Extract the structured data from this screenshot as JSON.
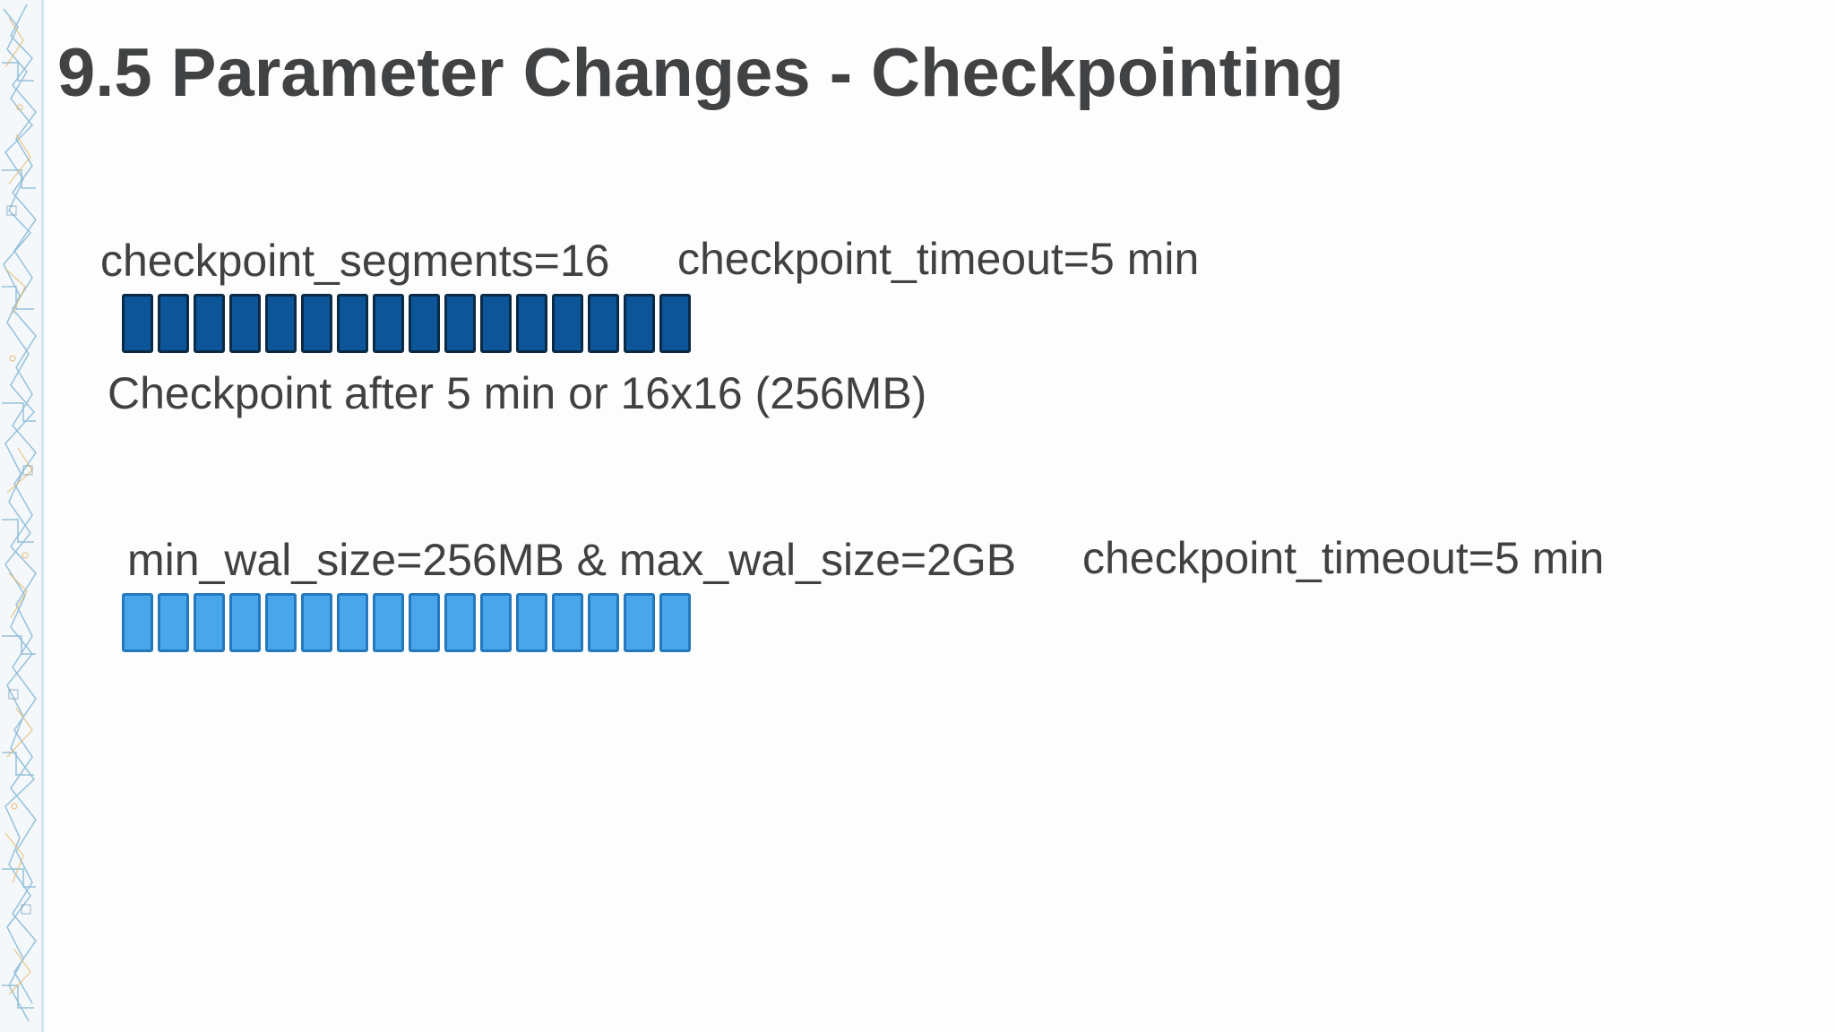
{
  "slide": {
    "title": "9.5 Parameter Changes - Checkpointing",
    "section_old": {
      "segments_label": "checkpoint_segments=16",
      "timeout_label": "checkpoint_timeout=5 min",
      "segment_count": 16,
      "segment_color": "#0b5598",
      "note": "Checkpoint after 5 min or 16x16 (256MB)"
    },
    "section_new": {
      "wal_label": "min_wal_size=256MB & max_wal_size=2GB",
      "timeout_label": "checkpoint_timeout=5 min",
      "segment_count": 16,
      "segment_color": "#4aa6ea"
    }
  },
  "colors": {
    "text": "#404244",
    "background": "#fdfdfd"
  }
}
